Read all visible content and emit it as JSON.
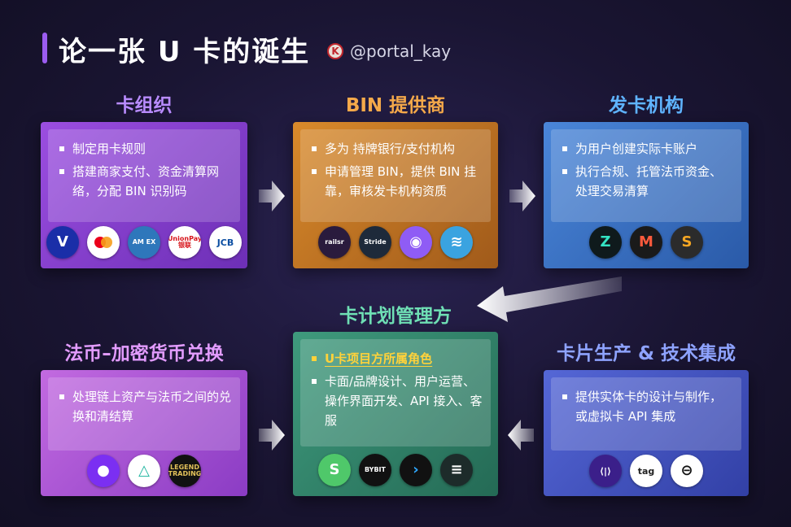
{
  "header": {
    "title": "论一张 U 卡的诞生",
    "author_icon": "K",
    "author": "@portal_kay"
  },
  "cards": {
    "card_org": {
      "heading": "卡组织",
      "bullets": [
        "制定用卡规则",
        "搭建商家支付、资金清算网络，分配 BIN 识别码"
      ],
      "logos": [
        {
          "name": "visa-logo",
          "text": "V",
          "bg": "#1a2ea8",
          "fg": "#ffffff"
        },
        {
          "name": "mastercard-logo",
          "text": "",
          "bg": "#ffffff",
          "fg": "#eb001b"
        },
        {
          "name": "amex-logo",
          "text": "AM EX",
          "bg": "#2e77bb",
          "fg": "#ffffff"
        },
        {
          "name": "unionpay-logo",
          "text": "UnionPay 银联",
          "bg": "#ffffff",
          "fg": "#d7141a"
        },
        {
          "name": "jcb-logo",
          "text": "JCB",
          "bg": "#ffffff",
          "fg": "#0b4ea2"
        }
      ]
    },
    "bin_provider": {
      "heading": "BIN 提供商",
      "bullets": [
        "多为 持牌银行/支付机构",
        "申请管理 BIN，提供 BIN 挂靠，审核发卡机构资质"
      ],
      "logos": [
        {
          "name": "railsr-logo",
          "text": "railsr",
          "bg": "#2a1b3d",
          "fg": "#ffffff"
        },
        {
          "name": "stride-logo",
          "text": "Stride",
          "bg": "#1e2a3a",
          "fg": "#ffffff"
        },
        {
          "name": "orbit-logo",
          "text": "◉",
          "bg": "#8f5cf5",
          "fg": "#ffffff"
        },
        {
          "name": "wave-logo",
          "text": "≋",
          "bg": "#3aa3e0",
          "fg": "#ffffff"
        }
      ]
    },
    "issuer": {
      "heading": "发卡机构",
      "bullets": [
        "为用户创建实际卡账户",
        "执行合规、托管法币资金、处理交易清算"
      ],
      "logos": [
        {
          "name": "issuer-z-logo",
          "text": "Z",
          "bg": "#0f1a1c",
          "fg": "#34e3c3"
        },
        {
          "name": "issuer-m-logo",
          "text": "M",
          "bg": "#1a1a1a",
          "fg": "#ff5a3c"
        },
        {
          "name": "issuer-s-logo",
          "text": "S",
          "bg": "#2b2b2b",
          "fg": "#f5a623"
        }
      ]
    },
    "fiat_crypto": {
      "heading": "法币–加密货币兑换",
      "bullets": [
        "处理链上资产与法币之间的兑换和清结算"
      ],
      "logos": [
        {
          "name": "exchange-dot-logo",
          "text": "●",
          "bg": "#7b2ff2",
          "fg": "#ffffff"
        },
        {
          "name": "exchange-triangle-logo",
          "text": "△",
          "bg": "#ffffff",
          "fg": "#1fb5a0"
        },
        {
          "name": "legend-trading-logo",
          "text": "LEGEND TRADING",
          "bg": "#111111",
          "fg": "#e2c15a"
        }
      ]
    },
    "program_manager": {
      "heading": "卡计划管理方",
      "bullets": [
        "U卡项目方所属角色",
        "卡面/品牌设计、用户运营、操作界面开发、API 接入、客服"
      ],
      "logos": [
        {
          "name": "pm-s-logo",
          "text": "S",
          "bg": "#4fc86a",
          "fg": "#ffffff"
        },
        {
          "name": "bybit-logo",
          "text": "BYBIT",
          "bg": "#111111",
          "fg": "#ffffff"
        },
        {
          "name": "chevron-logo",
          "text": "›",
          "bg": "#111111",
          "fg": "#2fa8ff"
        },
        {
          "name": "pm-stack-logo",
          "text": "≡",
          "bg": "#1d2b2a",
          "fg": "#ffffff"
        }
      ]
    },
    "card_production": {
      "heading": "卡片生产 & 技术集成",
      "bullets": [
        "提供实体卡的设计与制作，或虚拟卡 API 集成"
      ],
      "logos": [
        {
          "name": "brackets-logo",
          "text": "⟨|⟩",
          "bg": "#3b1f8a",
          "fg": "#ffffff"
        },
        {
          "name": "tag-logo",
          "text": "tag",
          "bg": "#ffffff",
          "fg": "#222222"
        },
        {
          "name": "link-logo",
          "text": "⊖",
          "bg": "#ffffff",
          "fg": "#111111"
        }
      ]
    }
  }
}
